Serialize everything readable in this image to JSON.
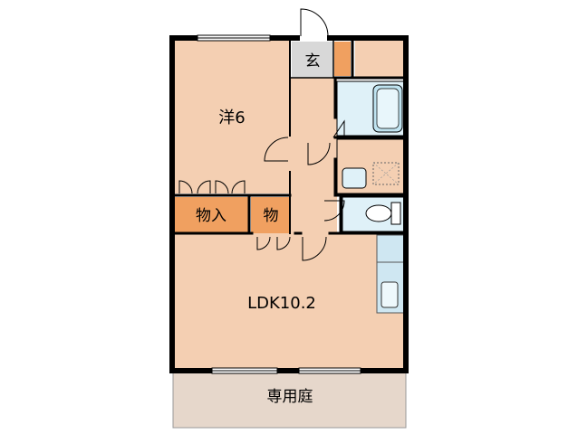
{
  "rooms": {
    "western_room": "洋6",
    "storage_closet": "物入",
    "storage_small": "物",
    "entrance": "玄",
    "ldk": "LDK10.2",
    "private_garden": "専用庭"
  },
  "colors": {
    "room_fill": "#f4cfb2",
    "storage_fill": "#f0a060",
    "entrance_fill": "#d8d8d8",
    "water_fill": "#dff1f8",
    "garden_fill": "#e6d7cb",
    "wall": "#000000"
  }
}
